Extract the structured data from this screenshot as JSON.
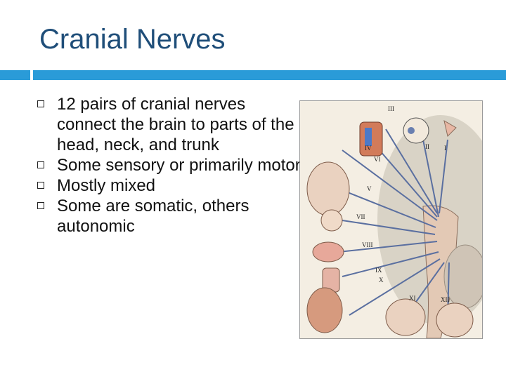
{
  "slide": {
    "title": "Cranial Nerves",
    "bullets": [
      "12 pairs of cranial nerves connect the brain to parts of the head, neck, and trunk",
      "Some sensory or primarily motor",
      "Mostly mixed",
      "Some are somatic, others autonomic"
    ]
  },
  "figure": {
    "nerve_labels": [
      "III",
      "IV",
      "II",
      "I",
      "VI",
      "V",
      "VII",
      "VIII",
      "IX",
      "X",
      "XI",
      "XII"
    ]
  },
  "colors": {
    "title": "#1f4e79",
    "accent_bar": "#2a9bd8"
  }
}
